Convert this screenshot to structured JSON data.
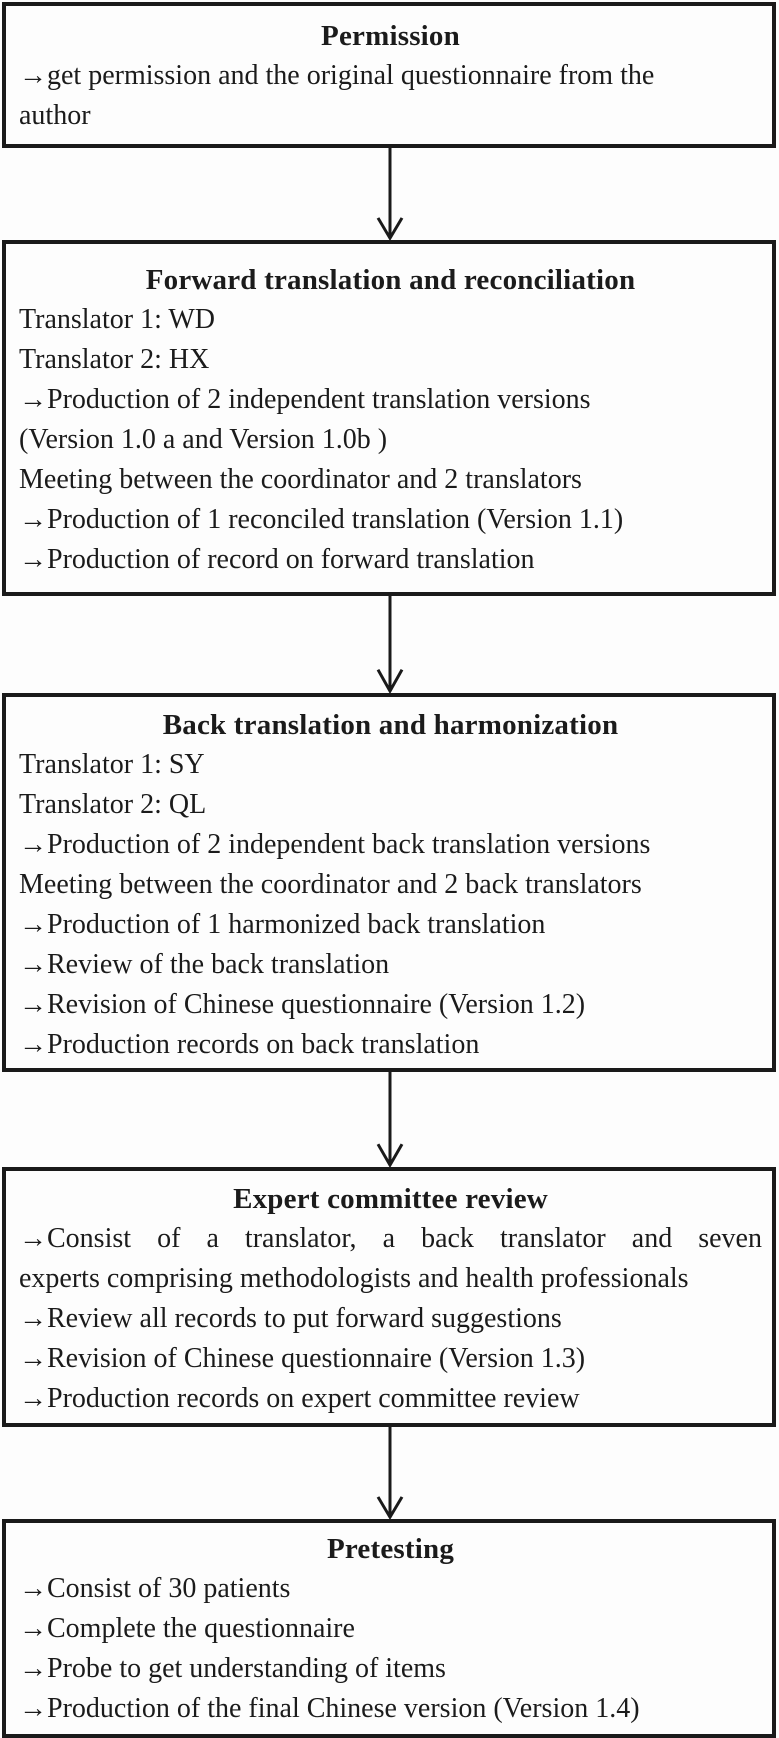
{
  "colors": {
    "border": "#1a1a1a",
    "text": "#1b1b1b",
    "background": "#fdfdfd"
  },
  "boxes": [
    {
      "title": "Permission",
      "lines": [
        "→get permission and the original questionnaire from the",
        "author"
      ]
    },
    {
      "title": "Forward translation and reconciliation",
      "lines": [
        "Translator 1: WD",
        "Translator 2: HX",
        "→Production of 2 independent translation versions",
        "(Version 1.0 a and Version 1.0b )",
        "Meeting between the coordinator and 2 translators",
        "→Production of 1 reconciled translation (Version 1.1)",
        "→Production of record on forward translation"
      ]
    },
    {
      "title": "Back translation and harmonization",
      "lines": [
        "Translator 1: SY",
        "Translator 2: QL",
        "→Production of 2 independent back translation versions",
        "Meeting between the coordinator and 2 back translators",
        "→Production of 1 harmonized back translation",
        "→Review of the back translation",
        "→Revision of Chinese questionnaire (Version 1.2)",
        "→Production records on back translation"
      ]
    },
    {
      "title": "Expert committee review",
      "lines": [
        "→Consist of a translator, a back translator and seven",
        "experts comprising methodologists and health professionals",
        "→Review all records to put forward suggestions",
        "→Revision of Chinese questionnaire (Version 1.3)",
        "→Production records on expert committee review"
      ]
    },
    {
      "title": "Pretesting",
      "lines": [
        "→Consist of 30 patients",
        "→Complete the questionnaire",
        "→Probe to get understanding of items",
        "→Production of the final Chinese version (Version 1.4)"
      ]
    }
  ]
}
